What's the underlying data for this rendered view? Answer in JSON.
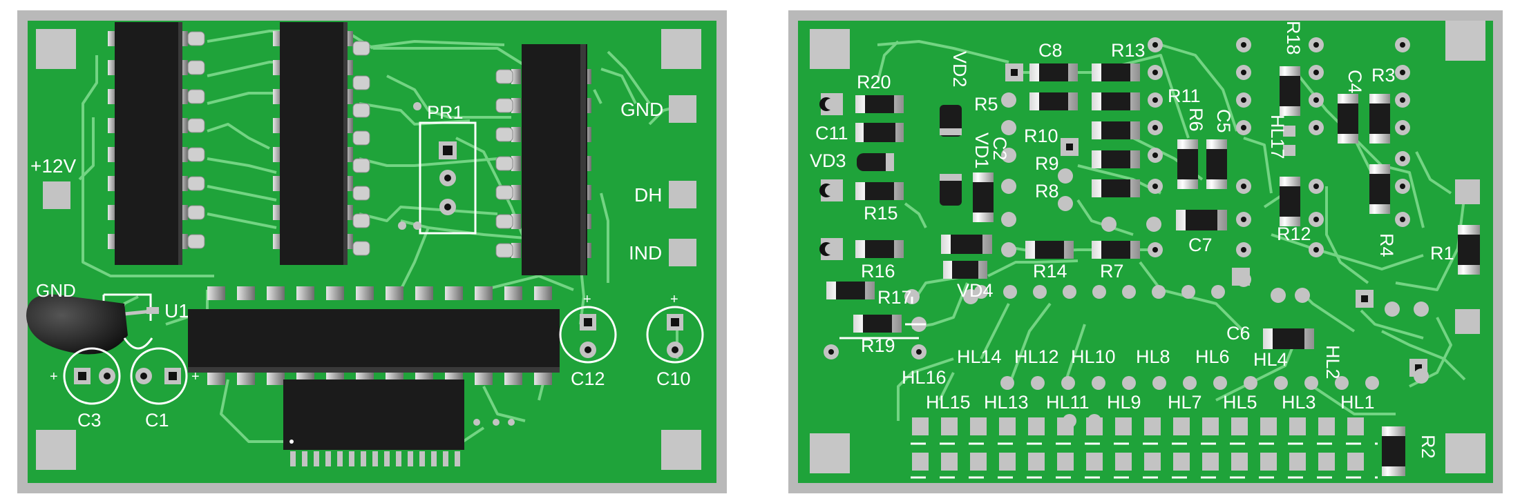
{
  "colors": {
    "pcb": "#1fa33a",
    "frame": "#b9b9b9",
    "trace": "#73d483",
    "silk": "#ffffff",
    "ic_body": "#1b1b1b",
    "pad": "#c3c3c3"
  },
  "left_board": {
    "connector_labels": [
      "GND",
      "DH",
      "IND"
    ],
    "power_label": "+12V",
    "preset_label": "PR1",
    "transistor_label": "GND",
    "u1_label": "U1",
    "capacitors": [
      "C3",
      "C1",
      "C12",
      "C10"
    ],
    "plus_sign": "+"
  },
  "right_board": {
    "labels": [
      "C8",
      "R13",
      "R18",
      "C4",
      "R3",
      "R20",
      "VD2",
      "R5",
      "R11",
      "R6",
      "C5",
      "C11",
      "R10",
      "HL17",
      "VD1",
      "C2",
      "VD3",
      "R9",
      "R8",
      "R15",
      "C7",
      "R12",
      "R4",
      "R1",
      "R16",
      "R14",
      "R7",
      "VD4",
      "R17",
      "C6",
      "R19",
      "HL14",
      "HL12",
      "HL10",
      "HL8",
      "HL6",
      "HL4",
      "HL2",
      "HL16",
      "HL15",
      "HL13",
      "HL11",
      "HL9",
      "HL7",
      "HL5",
      "HL3",
      "HL1",
      "R2"
    ]
  }
}
